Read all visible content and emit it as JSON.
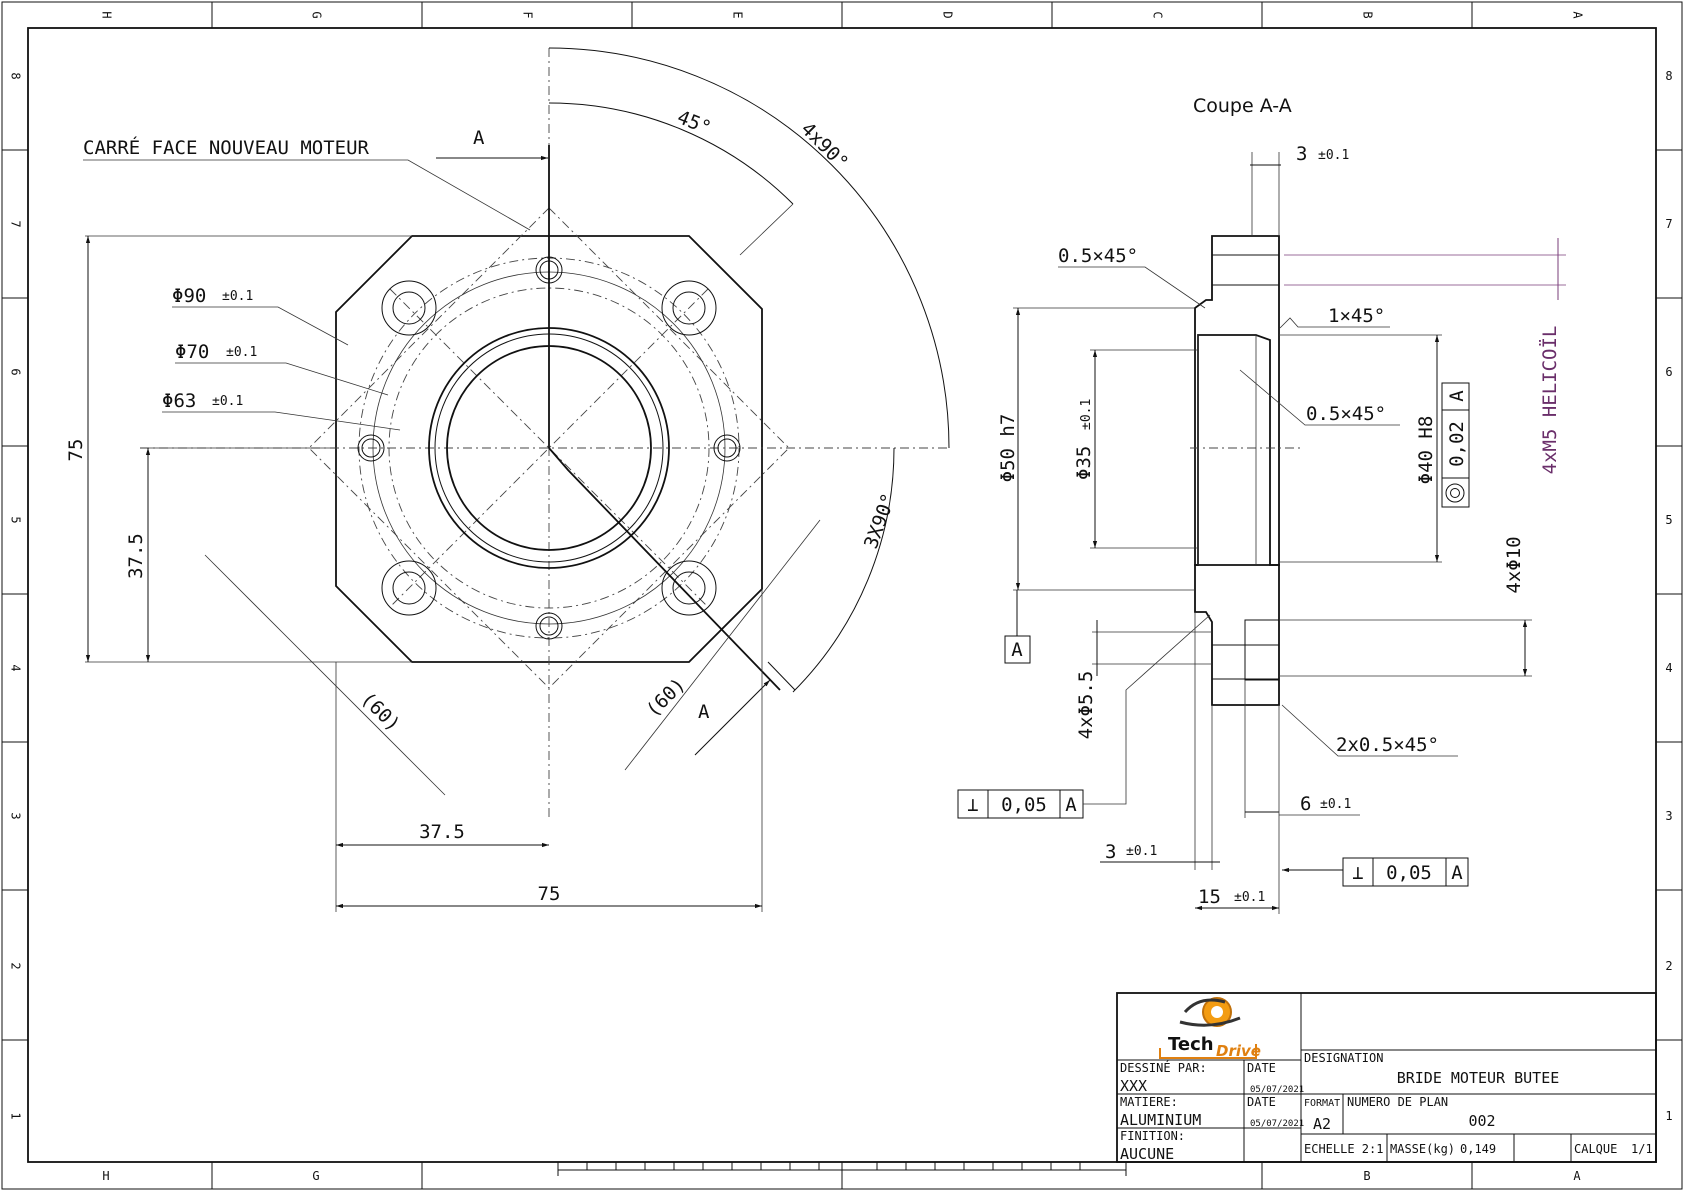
{
  "grid": {
    "columns": [
      "H",
      "G",
      "F",
      "E",
      "D",
      "C",
      "B",
      "A"
    ],
    "rows": [
      "8",
      "7",
      "6",
      "5",
      "4",
      "3",
      "2",
      "1"
    ]
  },
  "front_view": {
    "note_square": "CARRÉ FACE NOUVEAU MOTEUR",
    "d90": "Φ90",
    "d90_tol": "±0.1",
    "d70": "Φ70",
    "d70_tol": "±0.1",
    "d63": "Φ63",
    "d63_tol": "±0.1",
    "angle_45": "45°",
    "angle_4x90": "4x90°",
    "angle_3x90": "3X90°",
    "section_letter_top": "A",
    "section_letter_bottom": "A",
    "dim_75_vert": "75",
    "dim_37_5_vert": "37.5",
    "dim_60_left": "(60)",
    "dim_60_right": "(60)",
    "dim_37_5_horiz": "37.5",
    "dim_75_horiz": "75"
  },
  "section_view": {
    "title": "Coupe A-A",
    "dim_3_top": "3",
    "dim_3_top_tol": "±0.1",
    "chamfer_05_top": "0.5×45°",
    "chamfer_1": "1×45°",
    "chamfer_05_inner": "0.5×45°",
    "d50": "Φ50 h7",
    "d35": "Φ35",
    "d35_tol": "±0.1",
    "d40": "Φ40 H8",
    "conc_value": "0,02",
    "conc_ref": "A",
    "conc_symbol": "◎",
    "helicoil": "4xM5 HELICOÏL",
    "d10": "4xΦ10",
    "d5_5": "4xΦ5.5",
    "datum": "A",
    "chamfer_2x": "2x0.5×45°",
    "perp_left_value": "0,05",
    "perp_left_ref": "A",
    "perp_symbol": "⊥",
    "dim_6": "6",
    "dim_6_tol": "±0.1",
    "dim_3_bottom": "3",
    "dim_3_bottom_tol": "±0.1",
    "perp_right_value": "0,05",
    "perp_right_ref": "A",
    "dim_15": "15",
    "dim_15_tol": "±0.1"
  },
  "title_block": {
    "logo_text_1": "Tech",
    "logo_text_2": "Drive",
    "dessine_label": "DESSINÉ PAR:",
    "dessine_value": "XXX",
    "date_label_1": "DATE",
    "date_value_1": "05/07/2021",
    "matiere_label": "MATIERE:",
    "matiere_value": "ALUMINIUM",
    "date_label_2": "DATE",
    "date_value_2": "05/07/2021",
    "finition_label": "FINITION:",
    "finition_value": "AUCUNE",
    "designation_label": "DESIGNATION",
    "designation_value": "BRIDE MOTEUR BUTEE",
    "format_label": "FORMAT",
    "format_value": "A2",
    "numero_label": "NUMERO DE PLAN",
    "numero_value": "002",
    "echelle": "ECHELLE 2:1",
    "masse_label": "MASSE(kg)",
    "masse_value": "0,149",
    "calque_label": "CALQUE",
    "calque_value": "1/1"
  }
}
